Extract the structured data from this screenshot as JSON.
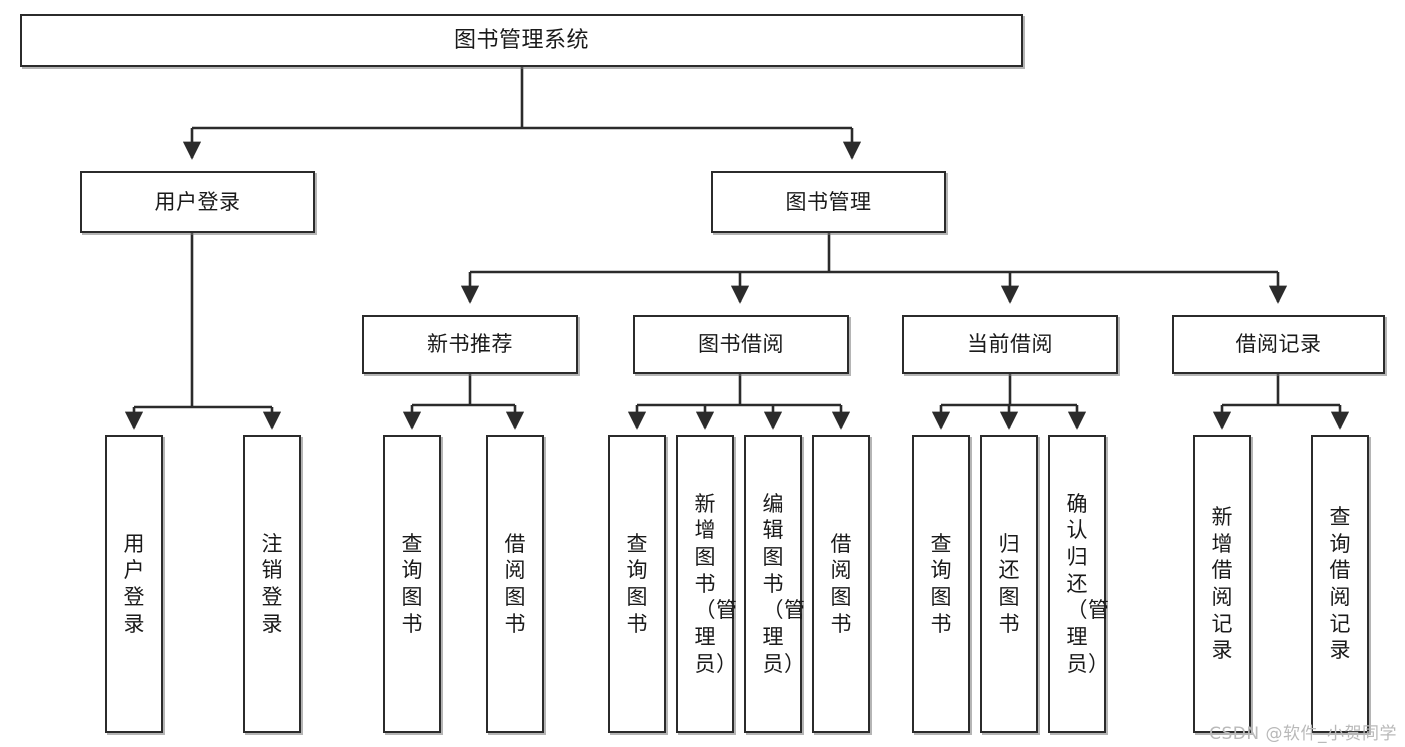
{
  "diagram": {
    "title": "图书管理系统",
    "type": "tree",
    "watermark": "CSDN @软件_小贺同学",
    "colors": {
      "node_border": "#2b2b2b",
      "node_fill": "#ffffff",
      "edge": "#2b2b2b",
      "text": "#1a1a1a",
      "watermark": "#b9b9b9",
      "background": "#ffffff"
    },
    "nodes": {
      "root": {
        "label": "图书管理系统"
      },
      "level2": [
        {
          "id": "user-login",
          "label": "用户登录"
        },
        {
          "id": "book-manage",
          "label": "图书管理"
        }
      ],
      "level3": [
        {
          "id": "new-book-rec",
          "label": "新书推荐"
        },
        {
          "id": "book-borrow",
          "label": "图书借阅"
        },
        {
          "id": "current-borrow",
          "label": "当前借阅"
        },
        {
          "id": "borrow-record",
          "label": "借阅记录"
        }
      ],
      "leaves": {
        "user_login": [
          {
            "id": "leaf-user-login",
            "label": "用户登录"
          },
          {
            "id": "leaf-logout",
            "label": "注销登录"
          }
        ],
        "new_book_rec": [
          {
            "id": "leaf-query-book-1",
            "label": "查询图书"
          },
          {
            "id": "leaf-borrow-book-1",
            "label": "借阅图书"
          }
        ],
        "book_borrow": [
          {
            "id": "leaf-query-book-2",
            "label": "查询图书"
          },
          {
            "id": "leaf-add-book",
            "label": "新增图书（管理员）"
          },
          {
            "id": "leaf-edit-book",
            "label": "编辑图书（管理员）"
          },
          {
            "id": "leaf-borrow-book-2",
            "label": "借阅图书"
          }
        ],
        "current_borrow": [
          {
            "id": "leaf-query-book-3",
            "label": "查询图书"
          },
          {
            "id": "leaf-return-book",
            "label": "归还图书"
          },
          {
            "id": "leaf-confirm-return",
            "label": "确认归还（管理员）"
          }
        ],
        "borrow_record": [
          {
            "id": "leaf-add-record",
            "label": "新增借阅记录"
          },
          {
            "id": "leaf-query-record",
            "label": "查询借阅记录"
          }
        ]
      }
    },
    "edges": [
      {
        "from": "图书管理系统",
        "to": "用户登录"
      },
      {
        "from": "图书管理系统",
        "to": "图书管理"
      },
      {
        "from": "用户登录",
        "to": "用户登录"
      },
      {
        "from": "用户登录",
        "to": "注销登录"
      },
      {
        "from": "图书管理",
        "to": "新书推荐"
      },
      {
        "from": "图书管理",
        "to": "图书借阅"
      },
      {
        "from": "图书管理",
        "to": "当前借阅"
      },
      {
        "from": "图书管理",
        "to": "借阅记录"
      },
      {
        "from": "新书推荐",
        "to": "查询图书"
      },
      {
        "from": "新书推荐",
        "to": "借阅图书"
      },
      {
        "from": "图书借阅",
        "to": "查询图书"
      },
      {
        "from": "图书借阅",
        "to": "新增图书（管理员）"
      },
      {
        "from": "图书借阅",
        "to": "编辑图书（管理员）"
      },
      {
        "from": "图书借阅",
        "to": "借阅图书"
      },
      {
        "from": "当前借阅",
        "to": "查询图书"
      },
      {
        "from": "当前借阅",
        "to": "归还图书"
      },
      {
        "from": "当前借阅",
        "to": "确认归还（管理员）"
      },
      {
        "from": "借阅记录",
        "to": "新增借阅记录"
      },
      {
        "from": "借阅记录",
        "to": "查询借阅记录"
      }
    ]
  }
}
